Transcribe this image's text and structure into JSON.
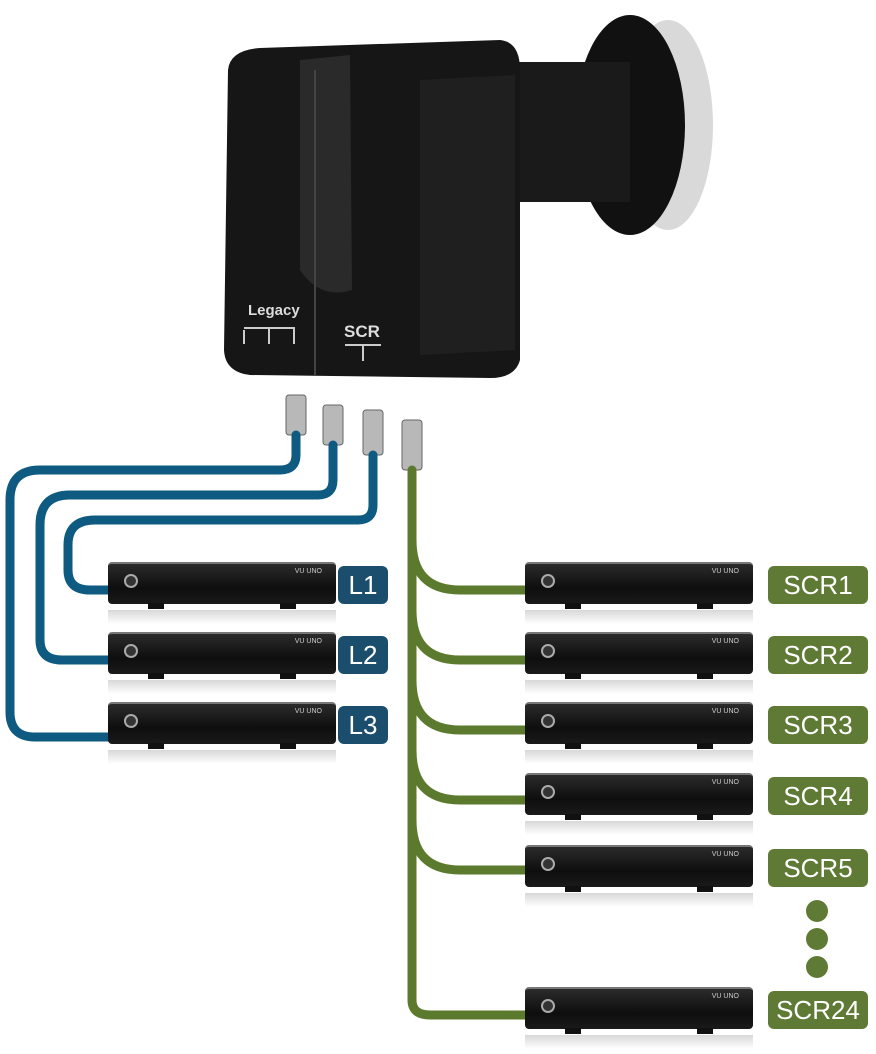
{
  "lnb": {
    "legacy_label": "Legacy",
    "scr_label": "SCR"
  },
  "receiver_brand": "VU UNO",
  "legacy_outputs": [
    {
      "label": "L1"
    },
    {
      "label": "L2"
    },
    {
      "label": "L3"
    }
  ],
  "scr_outputs": [
    {
      "label": "SCR1"
    },
    {
      "label": "SCR2"
    },
    {
      "label": "SCR3"
    },
    {
      "label": "SCR4"
    },
    {
      "label": "SCR5"
    },
    {
      "label": "SCR24"
    }
  ],
  "colors": {
    "legacy": "#0e5a80",
    "scr": "#5c7a2e"
  }
}
